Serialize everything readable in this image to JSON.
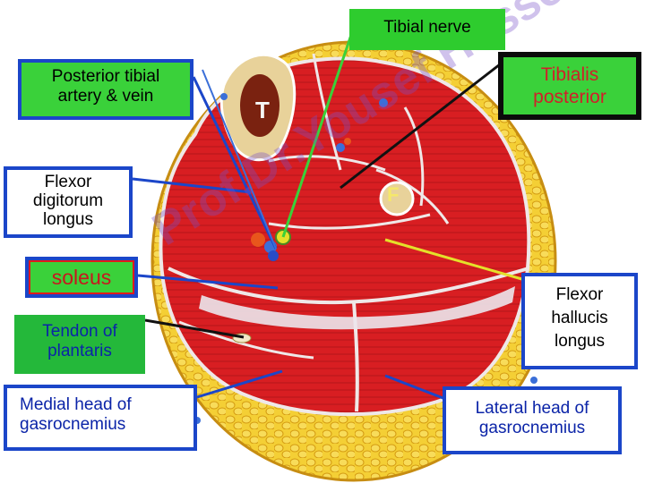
{
  "labels": {
    "tibial_nerve": "Tibial nerve",
    "posterior_tibial_line1": "Posterior tibial",
    "posterior_tibial_line2": "artery & vein",
    "fdl_line1": "Flexor",
    "fdl_line2": "digitorum",
    "fdl_line3": "longus",
    "soleus": "soleus",
    "plantaris_line1": "Tendon of",
    "plantaris_line2": "plantaris",
    "medial_line1": "Medial head of",
    "medial_line2": "gasrocnemius",
    "tibialis_posterior_line1": "Tibialis",
    "tibialis_posterior_line2": "posterior",
    "fhl_line1": "Flexor",
    "fhl_line2": "hallucis",
    "fhl_line3": "longus",
    "lateral_line1": "Lateral head of",
    "lateral_line2": "gasrocnemius"
  },
  "bone_letters": {
    "tibia": "T",
    "fibula": "F"
  },
  "watermark": "Prof.Dr.Yousef Hussein",
  "colors": {
    "muscle_red": "#d81e22",
    "fat_yellow": "#f2c320",
    "fascia_white": "#ece4e4",
    "label_green": "#3ad13a",
    "border_blue": "#1b46c9",
    "text_blue": "#0b24a8",
    "text_red": "#d0202a",
    "nerve_yellow": "#e4e02a"
  }
}
